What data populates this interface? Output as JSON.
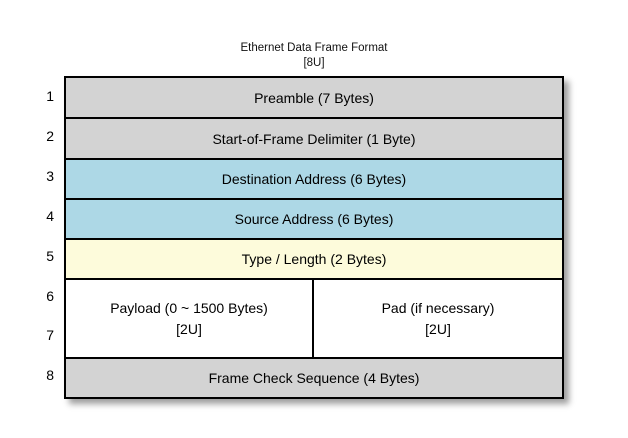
{
  "title": {
    "line1": "Ethernet Data Frame Format",
    "line2": "[8U]"
  },
  "rows": [
    {
      "num": "1",
      "label": "Preamble (7 Bytes)",
      "bg": "#d3d3d3"
    },
    {
      "num": "2",
      "label": "Start-of-Frame Delimiter (1 Byte)",
      "bg": "#d3d3d3"
    },
    {
      "num": "3",
      "label": "Destination Address (6 Bytes)",
      "bg": "#add8e6"
    },
    {
      "num": "4",
      "label": "Source Address (6 Bytes)",
      "bg": "#add8e6"
    },
    {
      "num": "5",
      "label": "Type / Length (2 Bytes)",
      "bg": "#fdfbdb"
    },
    {
      "num_top": "6",
      "num_bottom": "7",
      "bg": "#ffffff",
      "cells": [
        {
          "line1": "Payload (0 ~ 1500 Bytes)",
          "line2": "[2U]"
        },
        {
          "line1": "Pad (if necessary)",
          "line2": "[2U]"
        }
      ]
    },
    {
      "num": "8",
      "label": "Frame Check Sequence (4 Bytes)",
      "bg": "#d3d3d3"
    }
  ],
  "colors": {
    "row_gray": "#d3d3d3",
    "row_blue": "#add8e6",
    "row_yellow": "#fdfbdb",
    "row_white": "#ffffff",
    "border": "#000000",
    "shadow": "rgba(0,0,0,0.38)"
  }
}
